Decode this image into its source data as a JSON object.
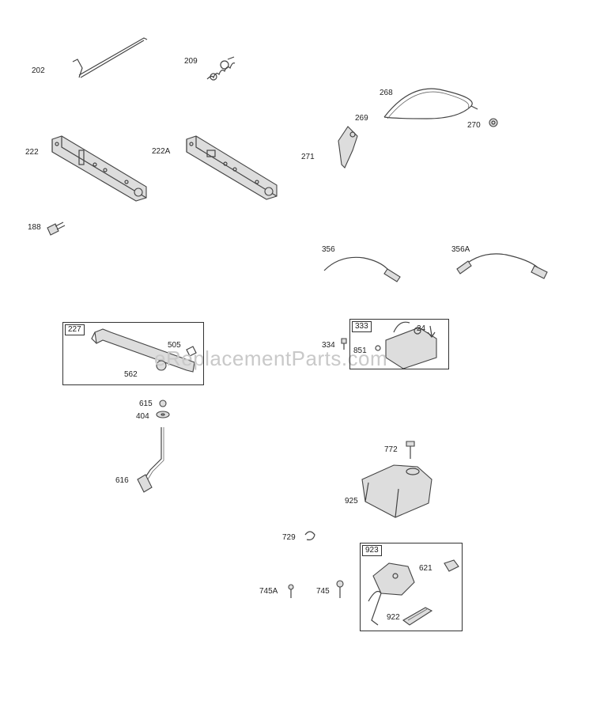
{
  "watermark": "eReplacementParts.com",
  "labels": {
    "p202": "202",
    "p209": "209",
    "p268": "268",
    "p269": "269",
    "p270": "270",
    "p271": "271",
    "p222": "222",
    "p222a": "222A",
    "p188": "188",
    "p356": "356",
    "p356a": "356A",
    "p334": "334",
    "p505": "505",
    "p562": "562",
    "p24": "24",
    "p851": "851",
    "p615": "615",
    "p404": "404",
    "p616": "616",
    "p772": "772",
    "p925": "925",
    "p729": "729",
    "p745a": "745A",
    "p745": "745",
    "p621": "621",
    "p922": "922"
  },
  "boxes": {
    "b227": "227",
    "b333": "333",
    "b923": "923"
  }
}
